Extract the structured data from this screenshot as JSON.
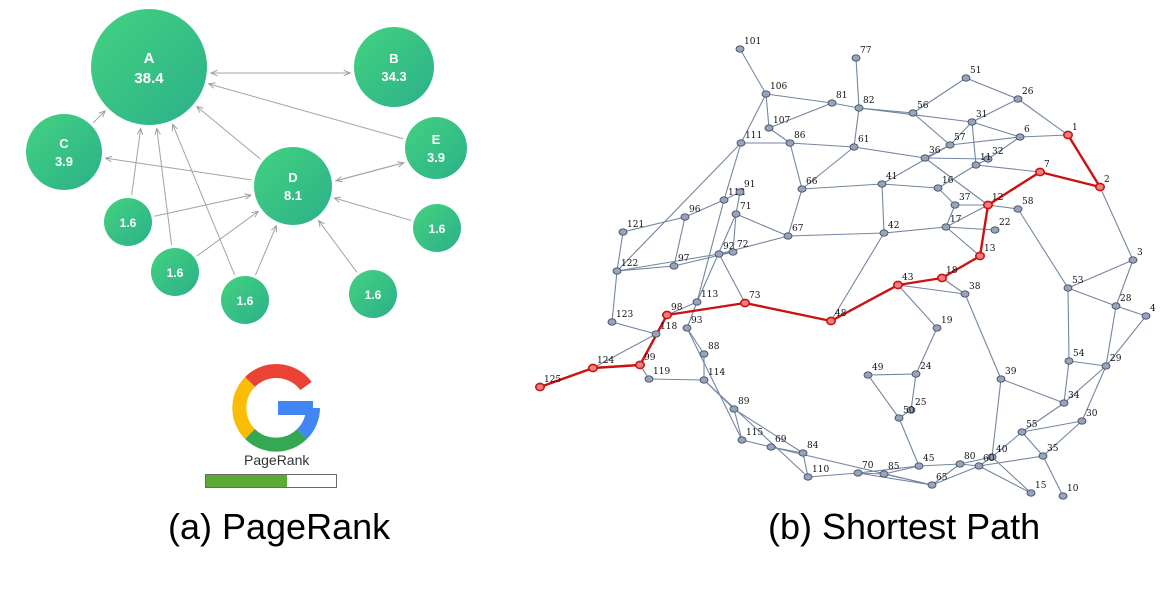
{
  "colors": {
    "node_green": "#34c98a",
    "node_green_dark": "#2aae86",
    "path_red": "#cc1111",
    "graph_node": "#8e9bb0",
    "graph_edge": "#6f819c",
    "bar_green": "#59ab35"
  },
  "pagerank": {
    "caption": "(a) PageRank",
    "logo_label": "PageRank",
    "progress": 0.62,
    "nodes": [
      {
        "id": "A",
        "name": "A",
        "value": "38.4"
      },
      {
        "id": "B",
        "name": "B",
        "value": "34.3"
      },
      {
        "id": "C",
        "name": "C",
        "value": "3.9"
      },
      {
        "id": "D",
        "name": "D",
        "value": "8.1"
      },
      {
        "id": "E",
        "name": "E",
        "value": "3.9"
      },
      {
        "id": "p1",
        "name": "",
        "value": "1.6"
      },
      {
        "id": "p2",
        "name": "",
        "value": "1.6"
      },
      {
        "id": "p3",
        "name": "",
        "value": "1.6"
      },
      {
        "id": "p4",
        "name": "",
        "value": "1.6"
      },
      {
        "id": "p5",
        "name": "",
        "value": "1.6"
      }
    ],
    "edges": [
      [
        "B",
        "A"
      ],
      [
        "A",
        "B"
      ],
      [
        "C",
        "A"
      ],
      [
        "D",
        "A"
      ],
      [
        "D",
        "C"
      ],
      [
        "D",
        "E"
      ],
      [
        "E",
        "D"
      ],
      [
        "E",
        "A"
      ],
      [
        "p1",
        "D"
      ],
      [
        "p2",
        "D"
      ],
      [
        "p3",
        "D"
      ],
      [
        "p4",
        "D"
      ],
      [
        "p5",
        "D"
      ],
      [
        "p1",
        "A"
      ],
      [
        "p2",
        "A"
      ],
      [
        "p3",
        "A"
      ]
    ]
  },
  "shortest_path": {
    "caption": "(b) Shortest Path",
    "nodes": [
      "101",
      "77",
      "106",
      "81",
      "82",
      "56",
      "51",
      "26",
      "31",
      "1",
      "6",
      "107",
      "111",
      "86",
      "61",
      "57",
      "36",
      "32",
      "11",
      "7",
      "2",
      "66",
      "41",
      "16",
      "37",
      "12",
      "58",
      "112",
      "91",
      "71",
      "96",
      "121",
      "67",
      "42",
      "17",
      "22",
      "3",
      "97",
      "92",
      "72",
      "122",
      "13",
      "18",
      "43",
      "53",
      "28",
      "4",
      "38",
      "113",
      "73",
      "98",
      "48",
      "123",
      "93",
      "118",
      "19",
      "54",
      "29",
      "88",
      "99",
      "124",
      "119",
      "125",
      "114",
      "24",
      "49",
      "39",
      "34",
      "30",
      "89",
      "25",
      "50",
      "55",
      "35",
      "115",
      "69",
      "84",
      "40",
      "60",
      "80",
      "45",
      "85",
      "70",
      "110",
      "65",
      "15",
      "10"
    ],
    "path": [
      "125",
      "124",
      "99",
      "98",
      "73",
      "48",
      "43",
      "18",
      "13",
      "12",
      "7",
      "2",
      "1"
    ],
    "edges": [
      [
        "101",
        "106"
      ],
      [
        "106",
        "81"
      ],
      [
        "106",
        "111"
      ],
      [
        "106",
        "107"
      ],
      [
        "77",
        "82"
      ],
      [
        "81",
        "82"
      ],
      [
        "82",
        "56"
      ],
      [
        "56",
        "51"
      ],
      [
        "51",
        "26"
      ],
      [
        "26",
        "31"
      ],
      [
        "26",
        "1"
      ],
      [
        "31",
        "6"
      ],
      [
        "6",
        "1"
      ],
      [
        "82",
        "31"
      ],
      [
        "56",
        "57"
      ],
      [
        "57",
        "36"
      ],
      [
        "31",
        "57"
      ],
      [
        "31",
        "11"
      ],
      [
        "6",
        "32"
      ],
      [
        "32",
        "11"
      ],
      [
        "11",
        "7"
      ],
      [
        "36",
        "32"
      ],
      [
        "36",
        "12"
      ],
      [
        "1",
        "2"
      ],
      [
        "2",
        "7"
      ],
      [
        "2",
        "3"
      ],
      [
        "3",
        "28"
      ],
      [
        "3",
        "53"
      ],
      [
        "28",
        "4"
      ],
      [
        "28",
        "29"
      ],
      [
        "4",
        "29"
      ],
      [
        "29",
        "54"
      ],
      [
        "29",
        "34"
      ],
      [
        "29",
        "30"
      ],
      [
        "53",
        "54"
      ],
      [
        "53",
        "28"
      ],
      [
        "54",
        "34"
      ],
      [
        "34",
        "39"
      ],
      [
        "34",
        "55"
      ],
      [
        "30",
        "55"
      ],
      [
        "30",
        "35"
      ],
      [
        "55",
        "40"
      ],
      [
        "35",
        "60"
      ],
      [
        "35",
        "10"
      ],
      [
        "40",
        "15"
      ],
      [
        "40",
        "60"
      ],
      [
        "60",
        "80"
      ],
      [
        "80",
        "65"
      ],
      [
        "80",
        "45"
      ],
      [
        "65",
        "85"
      ],
      [
        "85",
        "70"
      ],
      [
        "70",
        "110"
      ],
      [
        "70",
        "45"
      ],
      [
        "110",
        "84"
      ],
      [
        "84",
        "69"
      ],
      [
        "69",
        "115"
      ],
      [
        "115",
        "89"
      ],
      [
        "89",
        "114"
      ],
      [
        "114",
        "88"
      ],
      [
        "88",
        "93"
      ],
      [
        "93",
        "113"
      ],
      [
        "113",
        "112"
      ],
      [
        "112",
        "96"
      ],
      [
        "96",
        "121"
      ],
      [
        "121",
        "122"
      ],
      [
        "122",
        "123"
      ],
      [
        "123",
        "118"
      ],
      [
        "118",
        "124"
      ],
      [
        "124",
        "125"
      ],
      [
        "124",
        "99"
      ],
      [
        "119",
        "99"
      ],
      [
        "119",
        "114"
      ],
      [
        "98",
        "99"
      ],
      [
        "98",
        "73"
      ],
      [
        "98",
        "113"
      ],
      [
        "98",
        "118"
      ],
      [
        "73",
        "48"
      ],
      [
        "73",
        "92"
      ],
      [
        "92",
        "72"
      ],
      [
        "72",
        "97"
      ],
      [
        "97",
        "96"
      ],
      [
        "97",
        "122"
      ],
      [
        "122",
        "92"
      ],
      [
        "92",
        "67"
      ],
      [
        "67",
        "66"
      ],
      [
        "66",
        "41"
      ],
      [
        "66",
        "61"
      ],
      [
        "61",
        "82"
      ],
      [
        "61",
        "36"
      ],
      [
        "41",
        "16"
      ],
      [
        "41",
        "42"
      ],
      [
        "42",
        "17"
      ],
      [
        "42",
        "48"
      ],
      [
        "42",
        "67"
      ],
      [
        "17",
        "22"
      ],
      [
        "17",
        "12"
      ],
      [
        "17",
        "13"
      ],
      [
        "16",
        "37"
      ],
      [
        "37",
        "12"
      ],
      [
        "37",
        "17"
      ],
      [
        "12",
        "58"
      ],
      [
        "58",
        "53"
      ],
      [
        "12",
        "13"
      ],
      [
        "13",
        "18"
      ],
      [
        "18",
        "43"
      ],
      [
        "18",
        "38"
      ],
      [
        "43",
        "48"
      ],
      [
        "43",
        "38"
      ],
      [
        "43",
        "19"
      ],
      [
        "19",
        "24"
      ],
      [
        "24",
        "49"
      ],
      [
        "24",
        "25"
      ],
      [
        "25",
        "50"
      ],
      [
        "49",
        "50"
      ],
      [
        "50",
        "45"
      ],
      [
        "38",
        "39"
      ],
      [
        "39",
        "40"
      ],
      [
        "86",
        "66"
      ],
      [
        "86",
        "107"
      ],
      [
        "86",
        "111"
      ],
      [
        "86",
        "61"
      ],
      [
        "111",
        "112"
      ],
      [
        "112",
        "91"
      ],
      [
        "91",
        "71"
      ],
      [
        "71",
        "67"
      ],
      [
        "71",
        "72"
      ],
      [
        "71",
        "113"
      ],
      [
        "111",
        "122"
      ],
      [
        "107",
        "81"
      ],
      [
        "7",
        "12"
      ],
      [
        "11",
        "16"
      ],
      [
        "6",
        "57"
      ],
      [
        "57",
        "41"
      ],
      [
        "93",
        "115"
      ],
      [
        "114",
        "110"
      ],
      [
        "89",
        "84"
      ],
      [
        "69",
        "65"
      ],
      [
        "45",
        "85"
      ],
      [
        "70",
        "65"
      ],
      [
        "60",
        "65"
      ],
      [
        "80",
        "40"
      ],
      [
        "55",
        "35"
      ],
      [
        "60",
        "15"
      ]
    ]
  }
}
